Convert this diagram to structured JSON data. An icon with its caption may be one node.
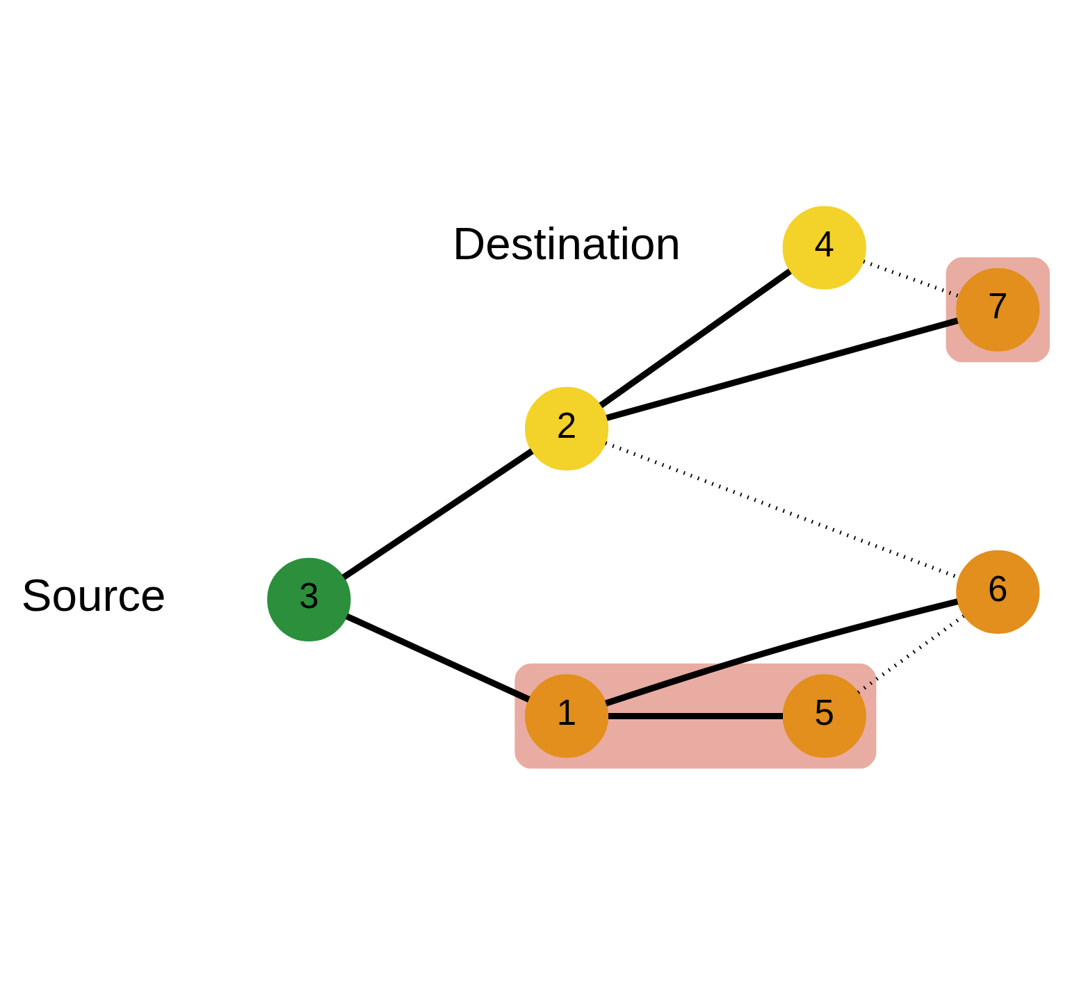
{
  "diagram": {
    "nodes": [
      {
        "text": [],
        "shape": "ellipse"
      },
      {
        "text": [
          "1"
        ],
        "in": 0
      },
      {
        "text": [
          "5"
        ],
        "in": 0
      },
      {
        "text": [
          "3"
        ],
        "beside": [
          "Source"
        ]
      },
      {
        "text": [
          "2"
        ]
      },
      {
        "text": [
          "4"
        ],
        "beside": [
          "Destination"
        ]
      },
      {
        "text": [
          "6"
        ]
      },
      {
        "text": [],
        "shape": "ellipse"
      },
      {
        "text": [
          "7"
        ],
        "in": 7
      }
    ],
    "edges": [
      {
        "from": 3,
        "to": 1,
        "arrow": "none"
      },
      {
        "from": 1,
        "to": 2,
        "arrow": "none"
      },
      {
        "from": 1,
        "to": 6,
        "arrow": "none"
      },
      {
        "from": 3,
        "to": 4,
        "arrow": "none"
      },
      {
        "from": 4,
        "to": 5,
        "arrow": "none"
      },
      {
        "from": 4,
        "to": 8,
        "arrow": "none"
      },
      {
        "from": 4,
        "to": 6,
        "arrow": "none",
        "style": "dashed"
      },
      {
        "from": 2,
        "to": 6,
        "arrow": "none",
        "style": "dashed"
      },
      {
        "from": 5,
        "to": 8,
        "arrow": "none",
        "style": "dashed"
      }
    ]
  }
}
